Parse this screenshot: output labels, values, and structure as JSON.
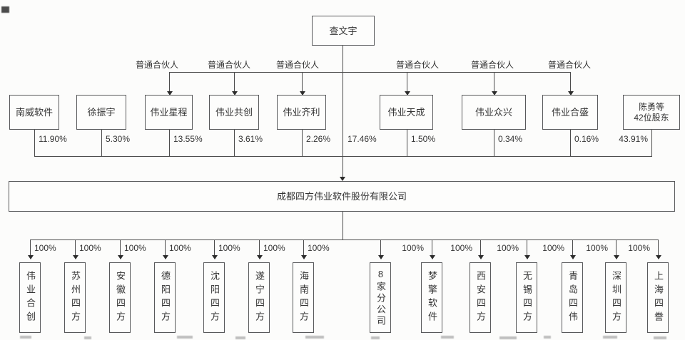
{
  "diagram": {
    "title_hint": "equity-structure-chart",
    "root_name": "查文宇",
    "root_direct_pct": "17.46%",
    "gp_label": "普通合伙人",
    "shareholders": [
      {
        "name": "南威软件",
        "pct": "11.90%",
        "gp": false
      },
      {
        "name": "徐振宇",
        "pct": "5.30%",
        "gp": false
      },
      {
        "name": "伟业星程",
        "pct": "13.55%",
        "gp": true
      },
      {
        "name": "伟业共创",
        "pct": "3.61%",
        "gp": true
      },
      {
        "name": "伟业齐利",
        "pct": "2.26%",
        "gp": true
      },
      {
        "name": "伟业天成",
        "pct": "1.50%",
        "gp": true
      },
      {
        "name": "伟业众兴",
        "pct": "0.34%",
        "gp": true
      },
      {
        "name": "伟业合盛",
        "pct": "0.16%",
        "gp": true
      },
      {
        "name": "陈勇等\n42位股东",
        "pct": "43.91%",
        "gp": false
      }
    ],
    "company_name": "成都四方伟业软件股份有限公司",
    "subsidiaries": [
      {
        "name": "伟业合创",
        "pct": "100%"
      },
      {
        "name": "苏州四方",
        "pct": "100%"
      },
      {
        "name": "安徽四方",
        "pct": "100%"
      },
      {
        "name": "德阳四方",
        "pct": "100%"
      },
      {
        "name": "沈阳四方",
        "pct": "100%"
      },
      {
        "name": "遂宁四方",
        "pct": "100%"
      },
      {
        "name": "海南四方",
        "pct": "100%"
      },
      {
        "name": "8家分公司",
        "pct": ""
      },
      {
        "name": "梦擎软件",
        "pct": "100%"
      },
      {
        "name": "西安四方",
        "pct": "100%"
      },
      {
        "name": "无锡四方",
        "pct": "100%"
      },
      {
        "name": "青岛四伟",
        "pct": "100%"
      },
      {
        "name": "深圳四方",
        "pct": "100%"
      },
      {
        "name": "上海四誊",
        "pct": "100%"
      }
    ],
    "colors": {
      "line": "#4c4c4c",
      "border": "#58595b",
      "text": "#333333",
      "background": "#fcfcfb"
    }
  }
}
